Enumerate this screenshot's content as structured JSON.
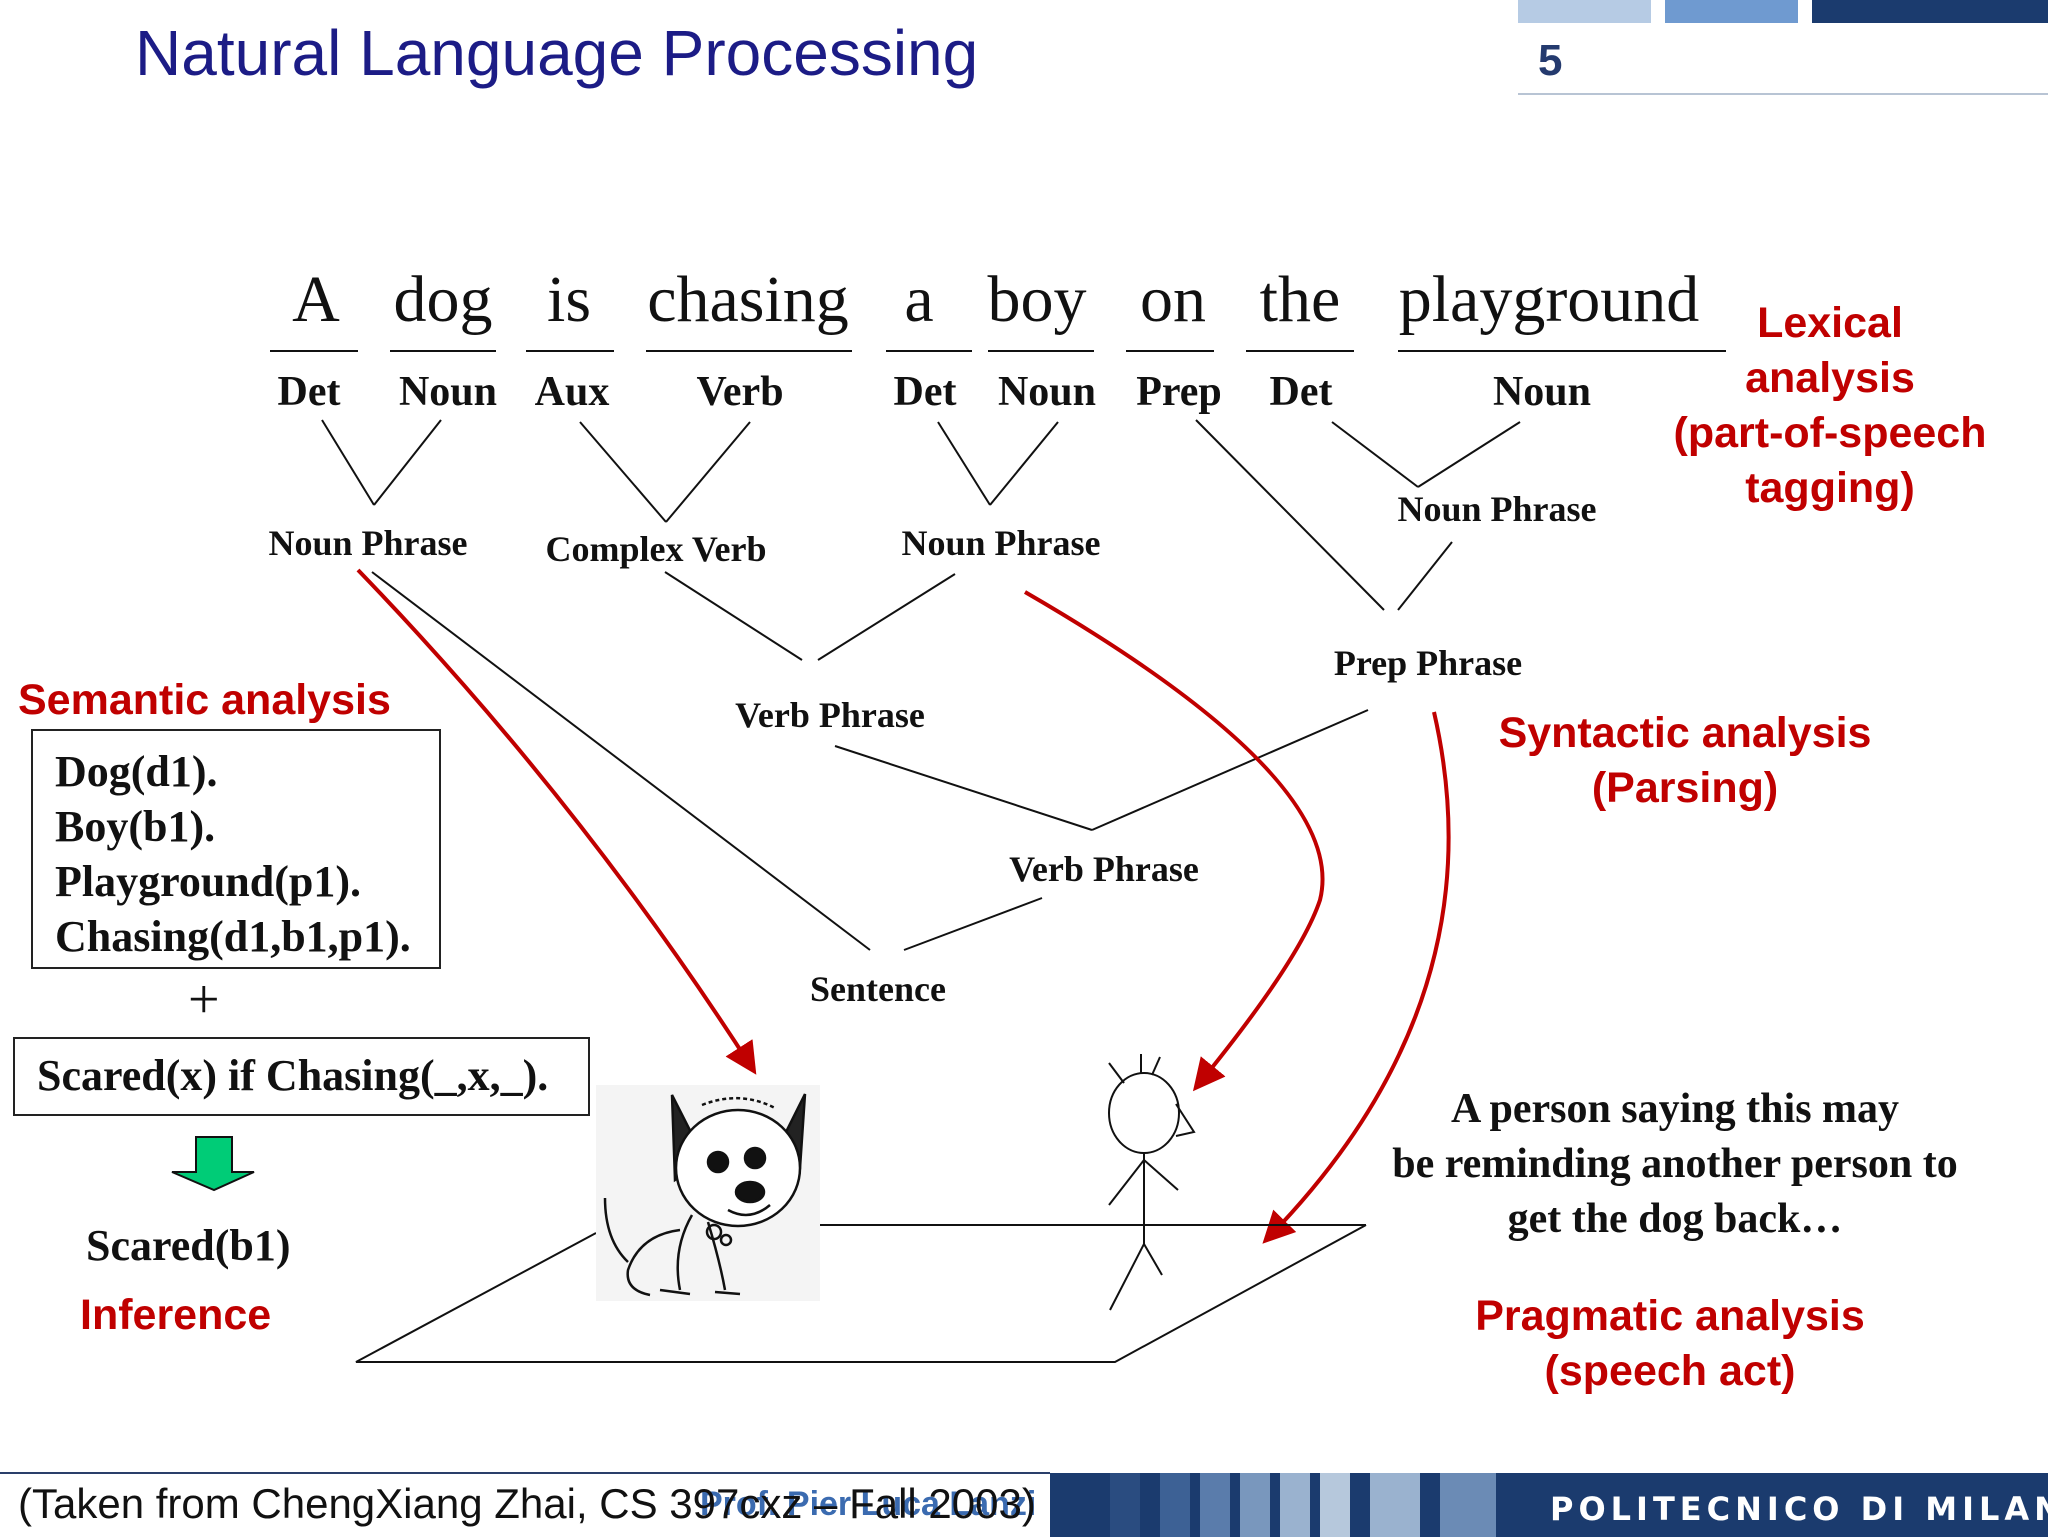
{
  "slide": {
    "title": "Natural Language Processing",
    "page_number": "5"
  },
  "sentence": {
    "words": [
      "A",
      "dog",
      "is",
      "chasing",
      "a",
      "boy",
      "on",
      "the",
      "playground"
    ],
    "pos_tags": [
      "Det",
      "Noun",
      "Aux",
      "Verb",
      "Det",
      "Noun",
      "Prep",
      "Det",
      "Noun"
    ]
  },
  "parse_tree": {
    "noun_phrase_1": "Noun Phrase",
    "complex_verb": "Complex Verb",
    "noun_phrase_2": "Noun Phrase",
    "noun_phrase_3": "Noun Phrase",
    "prep_phrase": "Prep Phrase",
    "verb_phrase_1": "Verb Phrase",
    "verb_phrase_2": "Verb Phrase",
    "sentence": "Sentence"
  },
  "labels": {
    "lexical": [
      "Lexical",
      "analysis",
      "(part-of-speech",
      "tagging)"
    ],
    "syntactic": [
      "Syntactic analysis",
      "(Parsing)"
    ],
    "semantic": "Semantic analysis",
    "inference": "Inference",
    "pragmatic": [
      "Pragmatic analysis",
      "(speech act)"
    ]
  },
  "semantics": {
    "facts": [
      "Dog(d1).",
      "Boy(b1).",
      "Playground(p1).",
      "Chasing(d1,b1,p1)."
    ],
    "plus": "+",
    "rule": "Scared(x) if Chasing(_,x,_).",
    "conclusion": "Scared(b1)"
  },
  "pragmatics": {
    "text": [
      "A person saying this may",
      "be reminding another person to",
      "get the dog back…"
    ]
  },
  "footer": {
    "credit": "(Taken from ChengXiang Zhai, CS 397cxz – Fall 2003)",
    "professor": "Prof. Pier Luca Lanzi",
    "institution": "POLITECNICO DI MILANO"
  },
  "colors": {
    "title": "#1c1c86",
    "accent_red": "#c00000",
    "footer_blue": "#1b3b6e",
    "arrow_green": "#00cc77"
  },
  "icons": [
    "dog-illustration",
    "stick-figure-boy",
    "down-arrow-icon"
  ]
}
